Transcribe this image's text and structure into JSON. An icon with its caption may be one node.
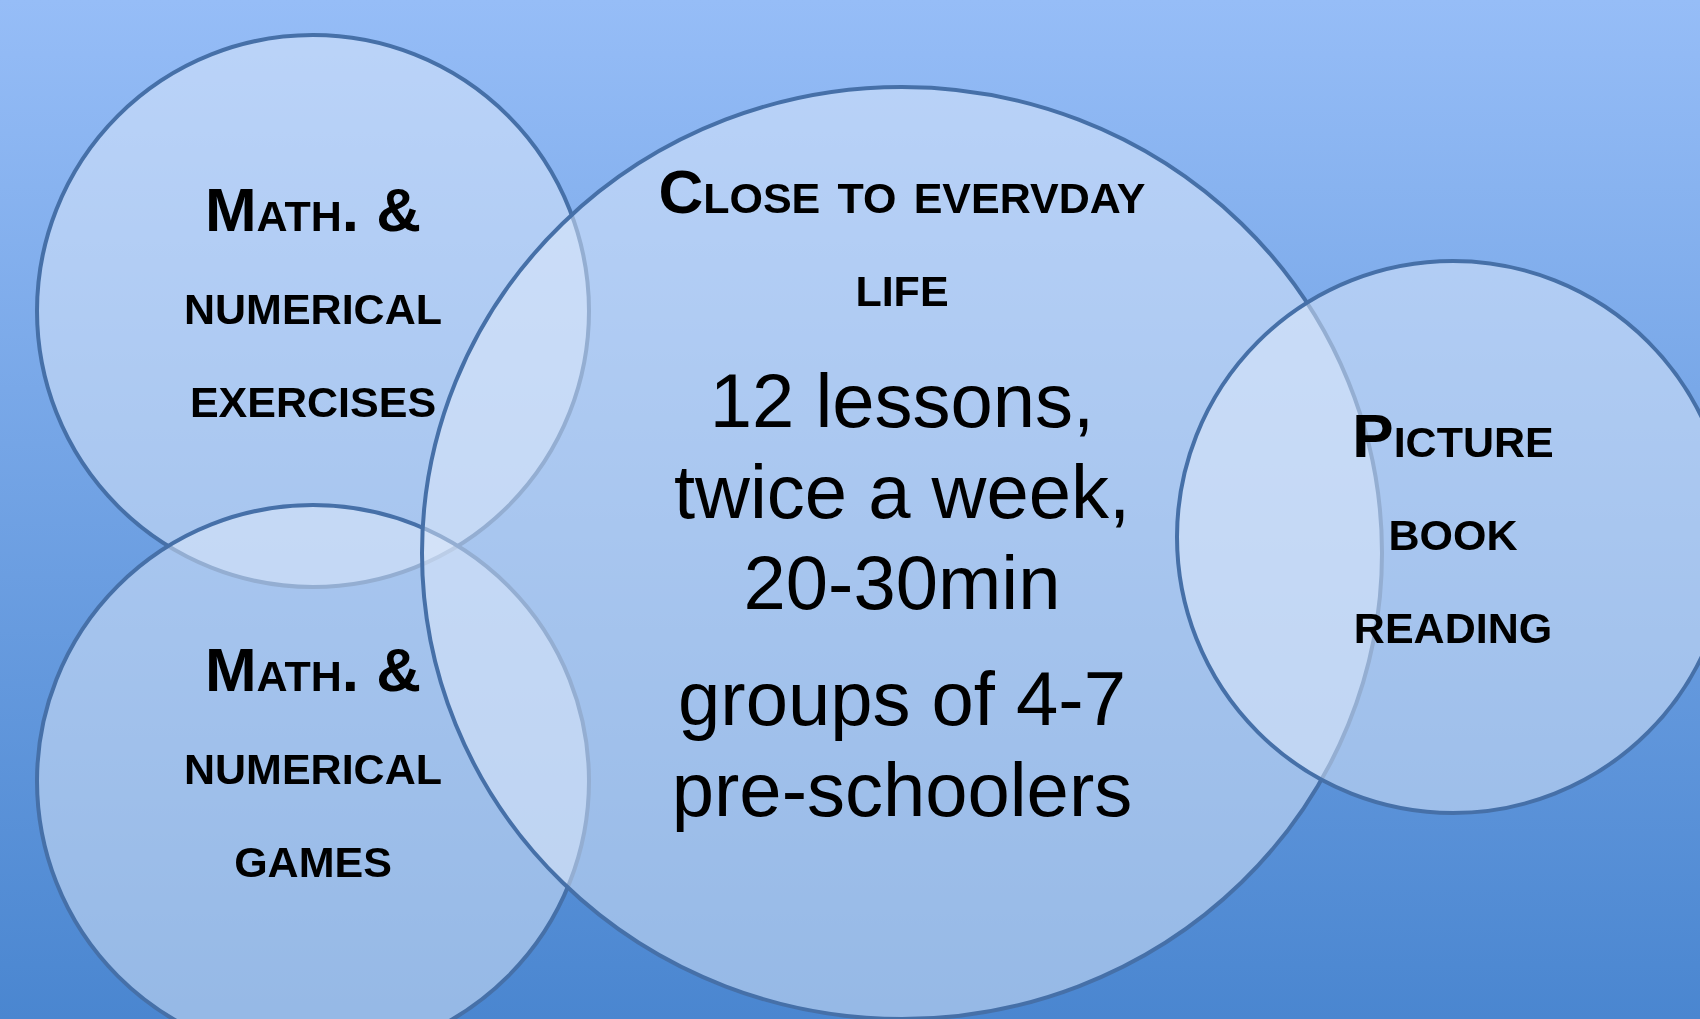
{
  "diagram": {
    "nodes": [
      {
        "text": [
          "Math. & numerical exercises"
        ]
      },
      {
        "text": [
          "Close to evervday life",
          "12 lessons, twice a week, 20-30min",
          "groups of 4-7 pre-schoolers"
        ]
      },
      {
        "text": [
          "Picture book reading"
        ]
      },
      {
        "text": [
          "Math. & numerical games"
        ]
      }
    ]
  }
}
